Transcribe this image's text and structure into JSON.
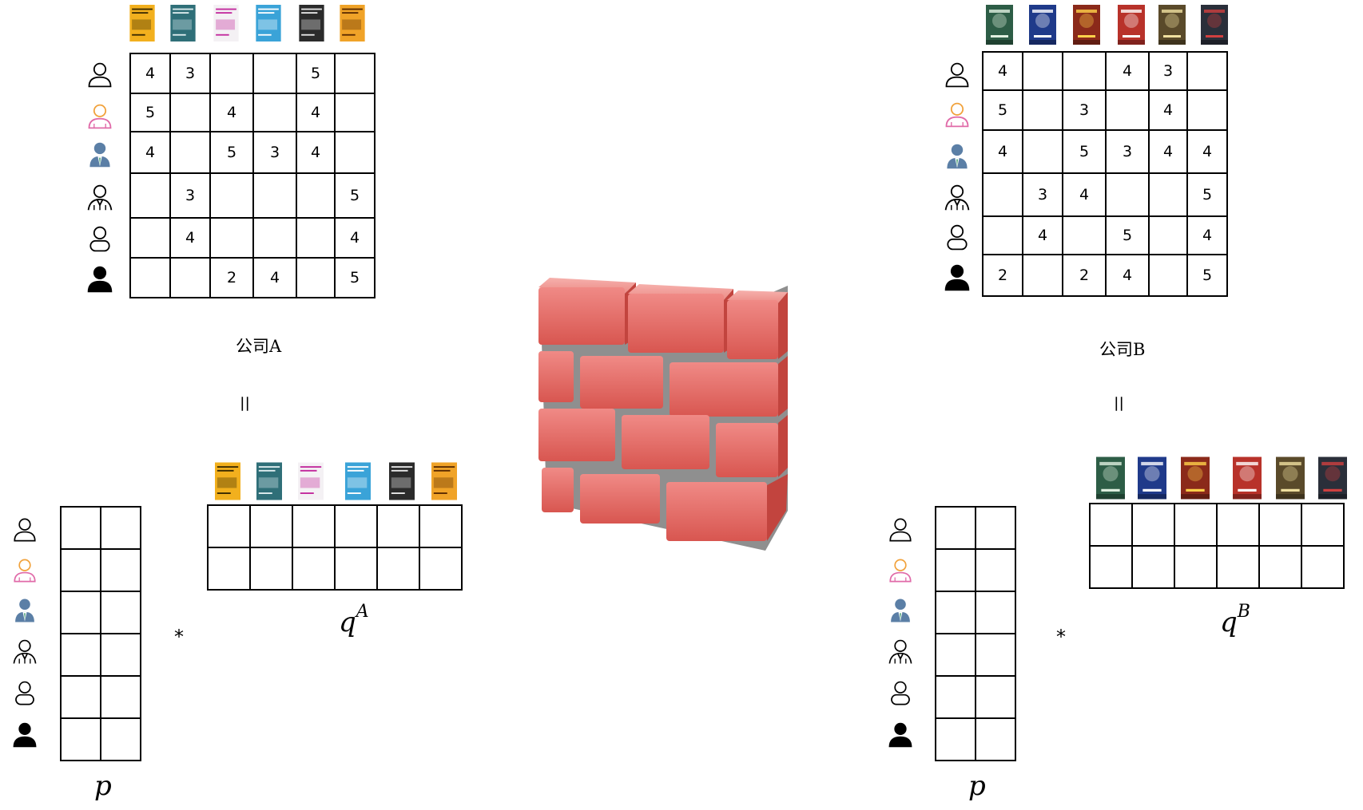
{
  "companyA": {
    "caption": "公司A",
    "ratings": [
      [
        "4",
        "3",
        "",
        "",
        "5",
        ""
      ],
      [
        "5",
        "",
        "4",
        "",
        "4",
        ""
      ],
      [
        "4",
        "",
        "5",
        "3",
        "4",
        ""
      ],
      [
        "",
        "3",
        "",
        "",
        "",
        "5"
      ],
      [
        "",
        "4",
        "",
        "",
        "",
        "4"
      ],
      [
        "",
        "",
        "2",
        "4",
        "",
        "5"
      ]
    ],
    "items": [
      {
        "name": "book-1",
        "color": "#f2b01e",
        "text": "#3a2a00"
      },
      {
        "name": "book-2",
        "color": "#2f6f78",
        "text": "#e0eef0"
      },
      {
        "name": "book-3",
        "color": "#f4f1f4",
        "text": "#c2289c"
      },
      {
        "name": "book-4",
        "color": "#3aa3d8",
        "text": "#ffffff"
      },
      {
        "name": "book-5",
        "color": "#2b2b2b",
        "text": "#e8e8e8"
      },
      {
        "name": "book-6",
        "color": "#f0a328",
        "text": "#5a2a00"
      }
    ]
  },
  "companyB": {
    "caption": "公司B",
    "ratings": [
      [
        "4",
        "",
        "",
        "4",
        "3",
        ""
      ],
      [
        "5",
        "",
        "3",
        "",
        "4",
        ""
      ],
      [
        "4",
        "",
        "5",
        "3",
        "4",
        "4"
      ],
      [
        "",
        "3",
        "4",
        "",
        "",
        "5"
      ],
      [
        "",
        "4",
        "",
        "5",
        "",
        "4"
      ],
      [
        "2",
        "",
        "2",
        "4",
        "",
        "5"
      ]
    ],
    "items": [
      {
        "name": "movie-1",
        "color": "#2d5d46",
        "text": "#e0f0e0"
      },
      {
        "name": "movie-2",
        "color": "#1f3a8a",
        "text": "#ffffff"
      },
      {
        "name": "movie-3",
        "color": "#8b2a1a",
        "text": "#ffd24a"
      },
      {
        "name": "movie-4",
        "color": "#b8322a",
        "text": "#ffffff"
      },
      {
        "name": "movie-5",
        "color": "#5a4a2a",
        "text": "#f0e0a0"
      },
      {
        "name": "movie-6",
        "color": "#2a2f3a",
        "text": "#d04040"
      }
    ]
  },
  "users": [
    "user-outline-1",
    "user-outline-orange",
    "user-businessman",
    "user-tie-outline",
    "user-round-outline",
    "user-solid"
  ],
  "colors": {
    "grid": "#000000",
    "userOrange": "#f1a23c",
    "userPink": "#e06aa8",
    "userBlue": "#5b7fa6",
    "brick": "#e06a66",
    "mortar": "#8a8a8a"
  },
  "left": {
    "equals": "=",
    "star": "*",
    "p": "p",
    "q": "q",
    "qsup": "A"
  },
  "right": {
    "equals": "=",
    "star": "*",
    "p": "p",
    "q": "q",
    "qsup": "B"
  }
}
